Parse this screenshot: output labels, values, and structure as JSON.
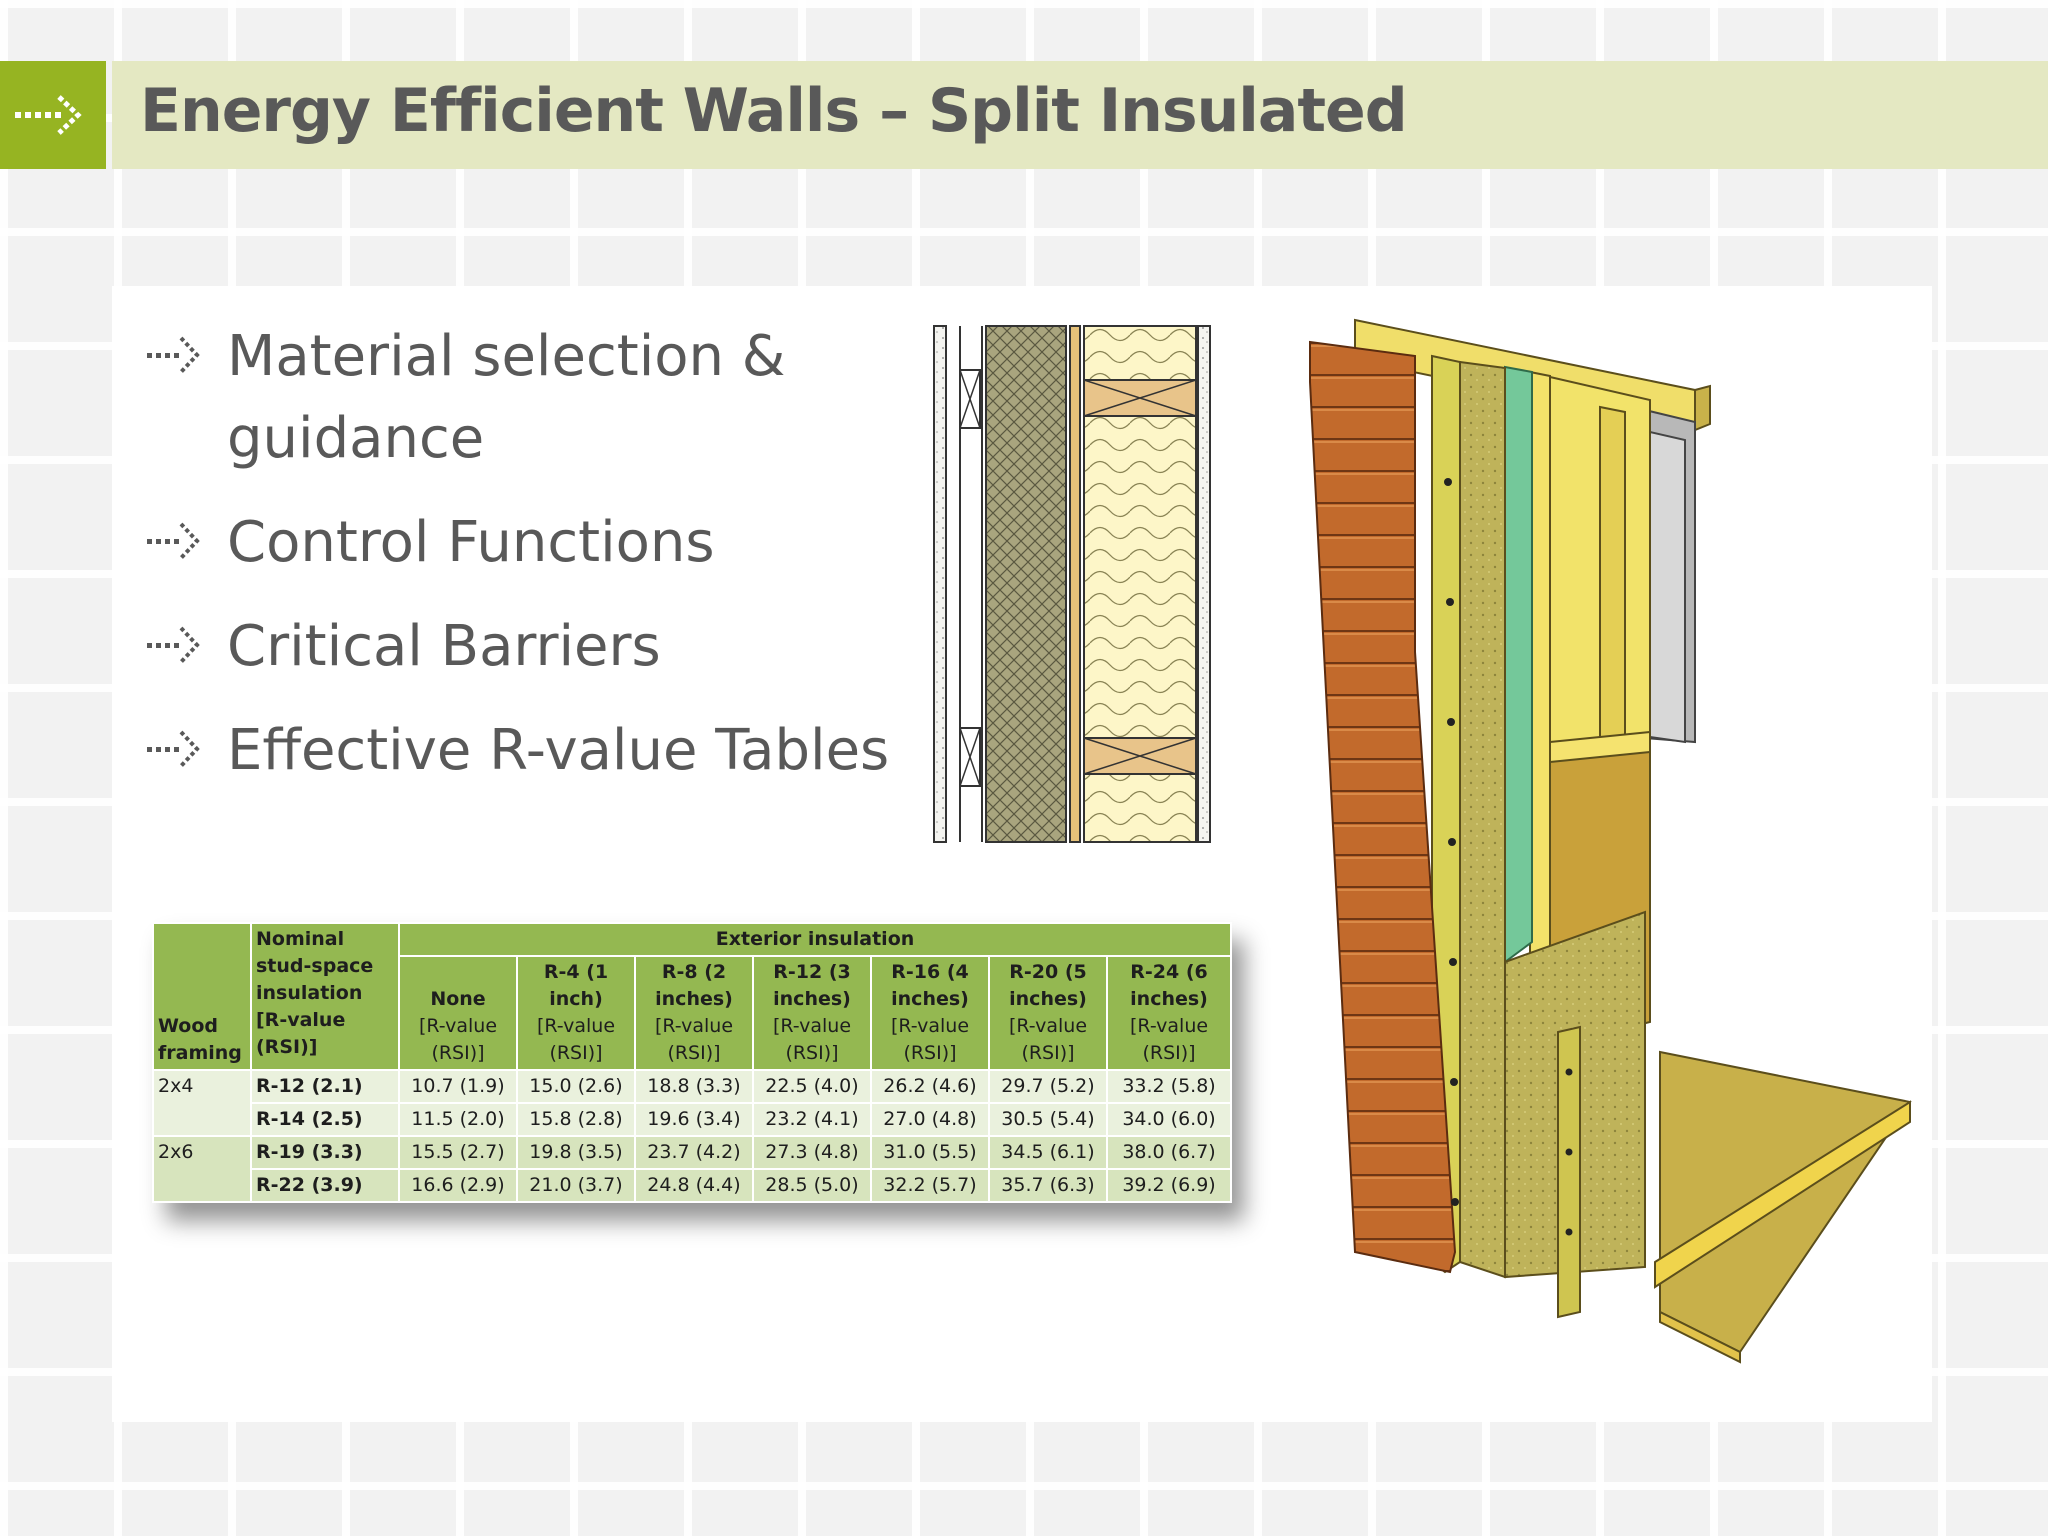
{
  "slide": {
    "title": "Energy Efficient Walls – Split Insulated",
    "title_icon": "dotted-arrow-icon"
  },
  "bullets": [
    {
      "text": "Material selection & guidance",
      "icon": "dotted-arrow-icon"
    },
    {
      "text": "Control Functions",
      "icon": "dotted-arrow-icon"
    },
    {
      "text": "Critical Barriers",
      "icon": "dotted-arrow-icon"
    },
    {
      "text": "Effective R-value Tables",
      "icon": "dotted-arrow-icon"
    }
  ],
  "table": {
    "header_wood": "Wood framing",
    "header_nominal": "Nominal stud-space insulation [R-value (RSI)]",
    "header_exterior": "Exterior insulation",
    "unit": "[R-value (RSI)]",
    "columns": [
      {
        "name": "None"
      },
      {
        "name": "R-4 (1 inch)"
      },
      {
        "name": "R-8 (2 inches)"
      },
      {
        "name": "R-12 (3 inches)"
      },
      {
        "name": "R-16 (4 inches)"
      },
      {
        "name": "R-20 (5 inches)"
      },
      {
        "name": "R-24 (6 inches)"
      }
    ],
    "groups": [
      {
        "framing": "2x4",
        "rows": [
          {
            "stud": "R-12 (2.1)",
            "values": [
              "10.7 (1.9)",
              "15.0 (2.6)",
              "18.8 (3.3)",
              "22.5 (4.0)",
              "26.2 (4.6)",
              "29.7 (5.2)",
              "33.2 (5.8)"
            ]
          },
          {
            "stud": "R-14 (2.5)",
            "values": [
              "11.5 (2.0)",
              "15.8 (2.8)",
              "19.6 (3.4)",
              "23.2 (4.1)",
              "27.0 (4.8)",
              "30.5 (5.4)",
              "34.0 (6.0)"
            ]
          }
        ]
      },
      {
        "framing": "2x6",
        "rows": [
          {
            "stud": "R-19 (3.3)",
            "values": [
              "15.5 (2.7)",
              "19.8 (3.5)",
              "23.7 (4.2)",
              "27.3 (4.8)",
              "31.0 (5.5)",
              "34.5 (6.1)",
              "38.0 (6.7)"
            ]
          },
          {
            "stud": "R-22 (3.9)",
            "values": [
              "16.6 (2.9)",
              "21.0 (3.7)",
              "24.8 (4.4)",
              "28.5 (5.0)",
              "32.2 (5.7)",
              "35.7 (6.3)",
              "39.2 (6.9)"
            ]
          }
        ]
      }
    ]
  },
  "colors": {
    "accent_green": "#96b422",
    "title_bar": "#e4e8c2",
    "table_header": "#94b851",
    "row_light": "#eaf1dd",
    "row_dark": "#d7e4bd",
    "text_gray": "#595959"
  }
}
